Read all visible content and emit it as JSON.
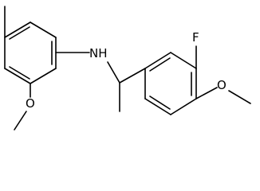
{
  "molecule": {
    "atom_labels": {
      "nh": "NH",
      "fluorine": "F",
      "oxygen_left": "O",
      "oxygen_right": "O"
    },
    "colors": {
      "bond": "#000000",
      "label": "#000000",
      "background": "#ffffff"
    }
  }
}
